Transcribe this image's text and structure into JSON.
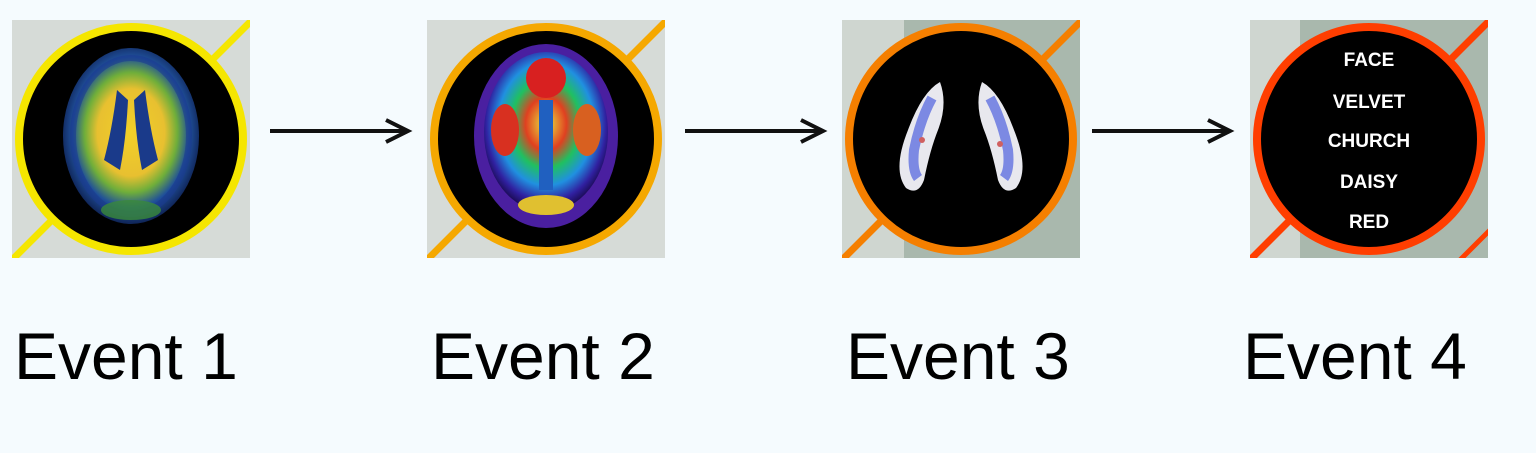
{
  "events": [
    {
      "label": "Event 1",
      "image": "pet-brain-scan-yellow-green",
      "ring_color": "#f5e600"
    },
    {
      "label": "Event 2",
      "image": "pet-brain-scan-rainbow",
      "ring_color": "#f5a800"
    },
    {
      "label": "Event 3",
      "image": "hippocampus-scan",
      "ring_color": "#f57f00"
    },
    {
      "label": "Event 4",
      "image": "word-list",
      "ring_color": "#ff3e00"
    }
  ],
  "word_list": {
    "words": [
      "FACE",
      "VELVET",
      "CHURCH",
      "DAISY",
      "RED"
    ]
  },
  "arrows": [
    "arrow-right-icon",
    "arrow-right-icon",
    "arrow-right-icon"
  ],
  "colors": {
    "background": "#f5fbfe",
    "tile": "#d6dbd7",
    "arrow": "#111111"
  }
}
